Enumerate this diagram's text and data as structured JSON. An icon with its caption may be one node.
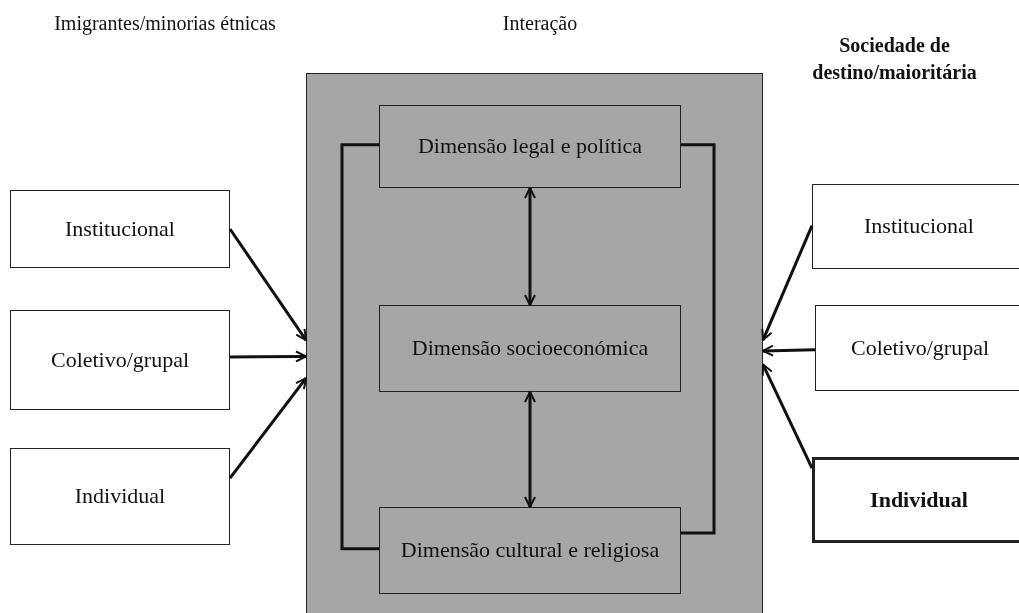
{
  "diagram": {
    "nodes": [
      {
        "text": [
          "Institucional"
        ]
      },
      {
        "text": [
          "Coletivo/grupal"
        ]
      },
      {
        "text": [
          "Individual"
        ]
      },
      {
        "text": [],
        "shape": "box"
      },
      {
        "text": [
          "Dimensão legal e política"
        ],
        "in": 3
      },
      {
        "text": [
          "Dimensão socioeconómica"
        ],
        "in": 3
      },
      {
        "text": [
          "Dimensão cultural e religiosa"
        ],
        "in": 3
      },
      {
        "text": [
          "Institucional"
        ]
      },
      {
        "text": [
          "Coletivo/grupal"
        ]
      },
      {
        "text": [
          "Individual"
        ]
      }
    ],
    "edges": [
      {
        "from": 0,
        "to": 3,
        "arrow": "to"
      },
      {
        "from": 1,
        "to": 3,
        "arrow": "to"
      },
      {
        "from": 2,
        "to": 3,
        "arrow": "to"
      },
      {
        "from": 7,
        "to": 3,
        "arrow": "to"
      },
      {
        "from": 8,
        "to": 3,
        "arrow": "to"
      },
      {
        "from": 9,
        "to": 3,
        "arrow": "to"
      },
      {
        "from": 4,
        "to": 5,
        "arrow": "both"
      },
      {
        "from": 5,
        "to": 6,
        "arrow": "both"
      },
      {
        "from": 4,
        "to": 6,
        "arrow": "none"
      },
      {
        "from": 4,
        "to": 6,
        "arrow": "none"
      }
    ],
    "labels": [
      "Imigrantes/minorias étnicas",
      "Interação",
      "Sociedade de destino/maioritária"
    ]
  }
}
